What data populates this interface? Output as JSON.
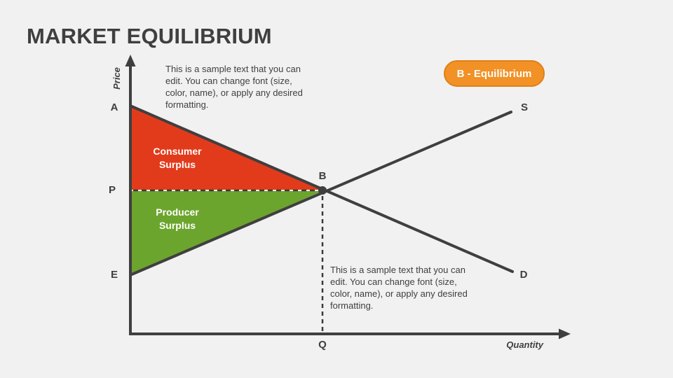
{
  "slide": {
    "title": "MARKET EQUILIBRIUM",
    "background_color": "#F1F1F2"
  },
  "badge": {
    "label": "B - Equilibrium",
    "fill_color": "#F29125",
    "border_color": "#E0801A",
    "text_color": "#FFFFFF"
  },
  "axes": {
    "y_label": "Price",
    "x_label": "Quantity",
    "line_color": "#3F3F3F"
  },
  "points": {
    "a": "A",
    "p": "P",
    "e": "E",
    "q": "Q",
    "b": "B",
    "s": "S",
    "d": "D"
  },
  "areas": {
    "consumer": {
      "label": "Consumer\nSurplus",
      "color": "#E23B1C"
    },
    "producer": {
      "label": "Producer\nSurplus",
      "color": "#6CA52D"
    }
  },
  "annotations": {
    "top_text": "This is a sample text that you can edit. You can change font (size, color, name), or apply any desired formatting.",
    "bottom_text": "This is a sample text that you can edit. You can change font (size, color, name), or apply any desired formatting."
  },
  "colors": {
    "title_text": "#3F3F3F",
    "body_text": "#3F3F3F",
    "dashed_line": "#3A3A3A"
  }
}
